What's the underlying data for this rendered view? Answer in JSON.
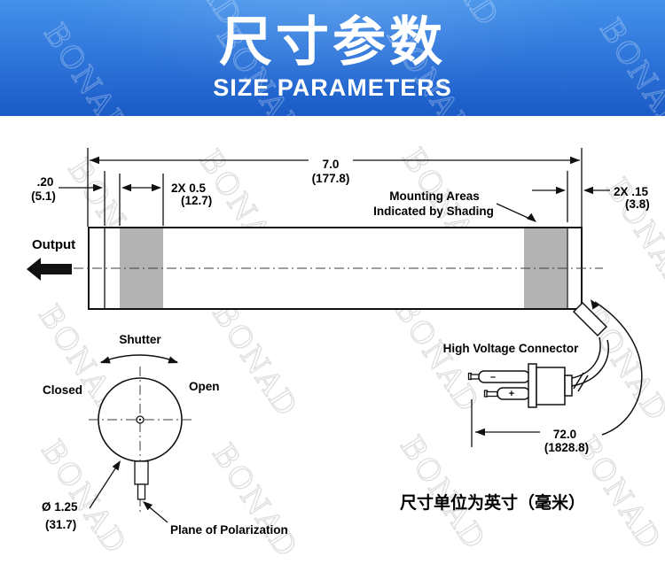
{
  "header": {
    "title": "尺寸参数",
    "subtitle": "SIZE PARAMETERS",
    "gradient_top": "#4391ea",
    "gradient_bottom": "#1a5bc6"
  },
  "watermark": {
    "text": "BONAD"
  },
  "drawing": {
    "line_color": "#111111",
    "shading_color": "#b3b3b3",
    "labels": {
      "output": "Output",
      "mounting_line1": "Mounting Areas",
      "mounting_line2": "Indicated by Shading",
      "shutter": "Shutter",
      "closed": "Closed",
      "open": "Open",
      "hv_connector": "High Voltage Connector",
      "plane_of_polarization": "Plane of Polarization",
      "minus": "–",
      "plus": "+"
    },
    "dims": {
      "overall": {
        "in": "7.0",
        "mm": "(177.8)"
      },
      "left_gap": {
        "in": ".20",
        "mm": "(5.1)"
      },
      "mount_width": {
        "in": "2X 0.5",
        "mm": "(12.7)"
      },
      "right_gap": {
        "in": "2X .15",
        "mm": "(3.8)"
      },
      "cable": {
        "in": "72.0",
        "mm": "(1828.8)"
      },
      "diameter": {
        "in": "Ø 1.25",
        "mm": "(31.7)"
      }
    },
    "note": "尺寸单位为英寸（毫米）"
  }
}
